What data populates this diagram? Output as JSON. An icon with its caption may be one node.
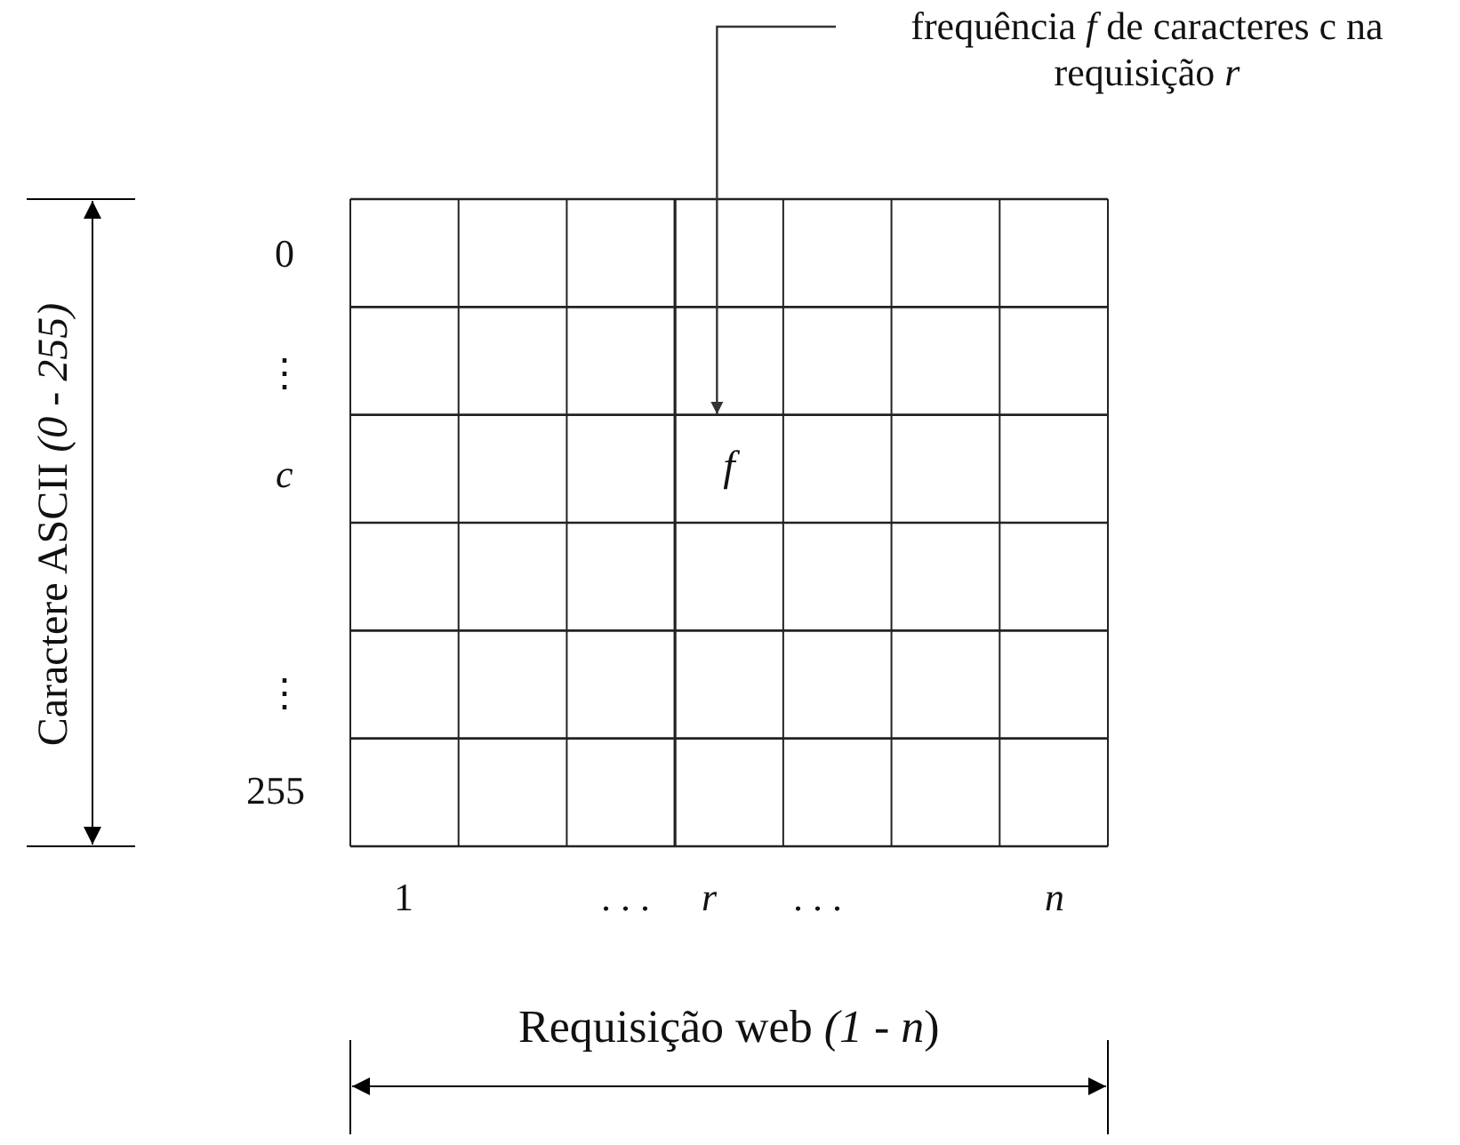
{
  "diagram": {
    "nodes": [
      {
        "text": [
          "frequência *f* de caracteres c na requisição *r*"
        ]
      },
      {
        "text": [
          "f"
        ]
      }
    ],
    "edges": [
      {
        "from": 0,
        "to": 1,
        "arrow": "to"
      }
    ],
    "labels": [
      "Caractere ASCII *(0 - 255)*",
      "0",
      "⋮",
      "c",
      "⋮",
      "255",
      "1",
      ". . .",
      "r",
      ". . .",
      "n",
      "Requisição web *(1 - n*)"
    ]
  }
}
